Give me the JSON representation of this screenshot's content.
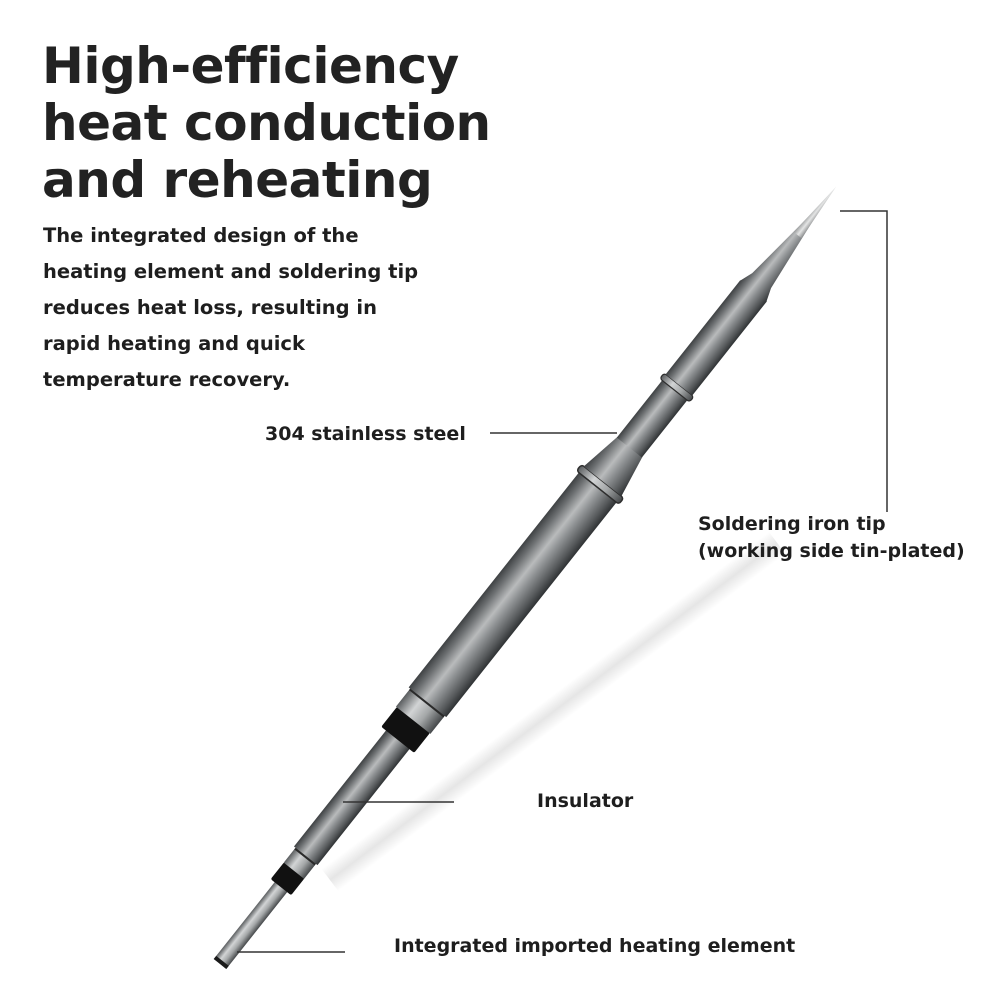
{
  "headline": {
    "lines": [
      "High-efficiency",
      "heat conduction",
      "and reheating"
    ]
  },
  "description": {
    "lines": [
      "The integrated design of the",
      "heating element and soldering tip",
      "reduces heat loss, resulting in",
      "rapid heating and quick",
      "temperature recovery."
    ]
  },
  "callouts": {
    "steel": "304 stainless steel",
    "tip_line1": "Soldering iron tip",
    "tip_line2": "(working side tin-plated)",
    "insulator": "Insulator",
    "heating_element": "Integrated imported heating element"
  },
  "colors": {
    "text": "#1e1e1e",
    "metal_dark": "#4a4d4f",
    "metal_mid": "#8a8d8f",
    "metal_light": "#c8cacb",
    "insulator_band": "#111111",
    "leader_line": "#333333"
  }
}
